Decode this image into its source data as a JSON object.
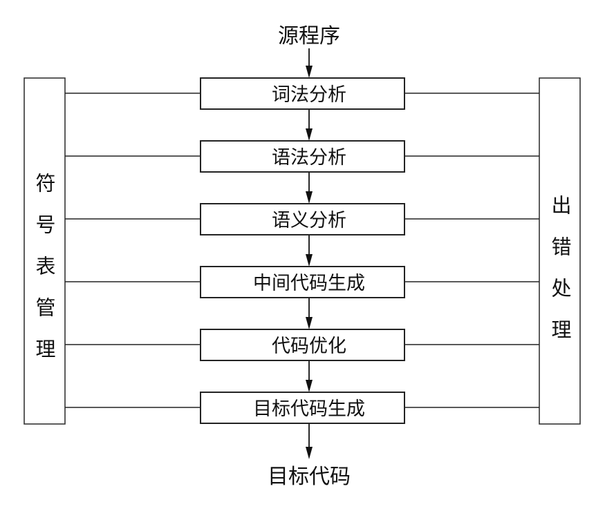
{
  "diagram": {
    "input_label": "源程序",
    "output_label": "目标代码",
    "stages": [
      {
        "label": "词法分析"
      },
      {
        "label": "语法分析"
      },
      {
        "label": "语义分析"
      },
      {
        "label": "中间代码生成"
      },
      {
        "label": "代码优化"
      },
      {
        "label": "目标代码生成"
      }
    ],
    "left_panel": {
      "label": "符号表管理",
      "chars": [
        "符",
        "号",
        "表",
        "管",
        "理"
      ]
    },
    "right_panel": {
      "label": "出错处理",
      "chars": [
        "出",
        "错",
        "处",
        "理"
      ]
    },
    "line_color": "#222222",
    "text_color": "#111111"
  }
}
